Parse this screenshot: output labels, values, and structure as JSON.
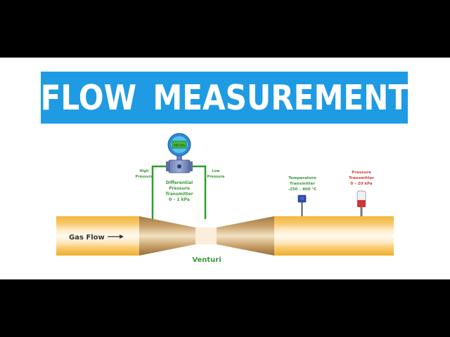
{
  "title": "FLOW MEASUREMENT",
  "colors": {
    "banner": "#1e9be3",
    "pipe_orange": "#f2b233",
    "pipe_light": "#fde6b8",
    "impulse_line": "#2e9e2e",
    "label_green": "#3a9a3a",
    "label_red": "#d04040",
    "background_frame": "#000000"
  },
  "transmitter": {
    "display": "000 kPa",
    "label": [
      "Differential",
      "Pressure",
      "Transmitter",
      "0 – 1 kPa"
    ]
  },
  "taps": {
    "high": [
      "High",
      "Pressure"
    ],
    "low": [
      "Low",
      "Pressure"
    ]
  },
  "temperature_transmitter": [
    "Temperature",
    "Transmitter",
    "-250 – 800 °C"
  ],
  "pressure_transmitter": [
    "Pressure",
    "Transmitter",
    "0 – 20 kPa"
  ],
  "pipe": {
    "flow_label": "Gas Flow",
    "venturi_label": "Venturi"
  }
}
